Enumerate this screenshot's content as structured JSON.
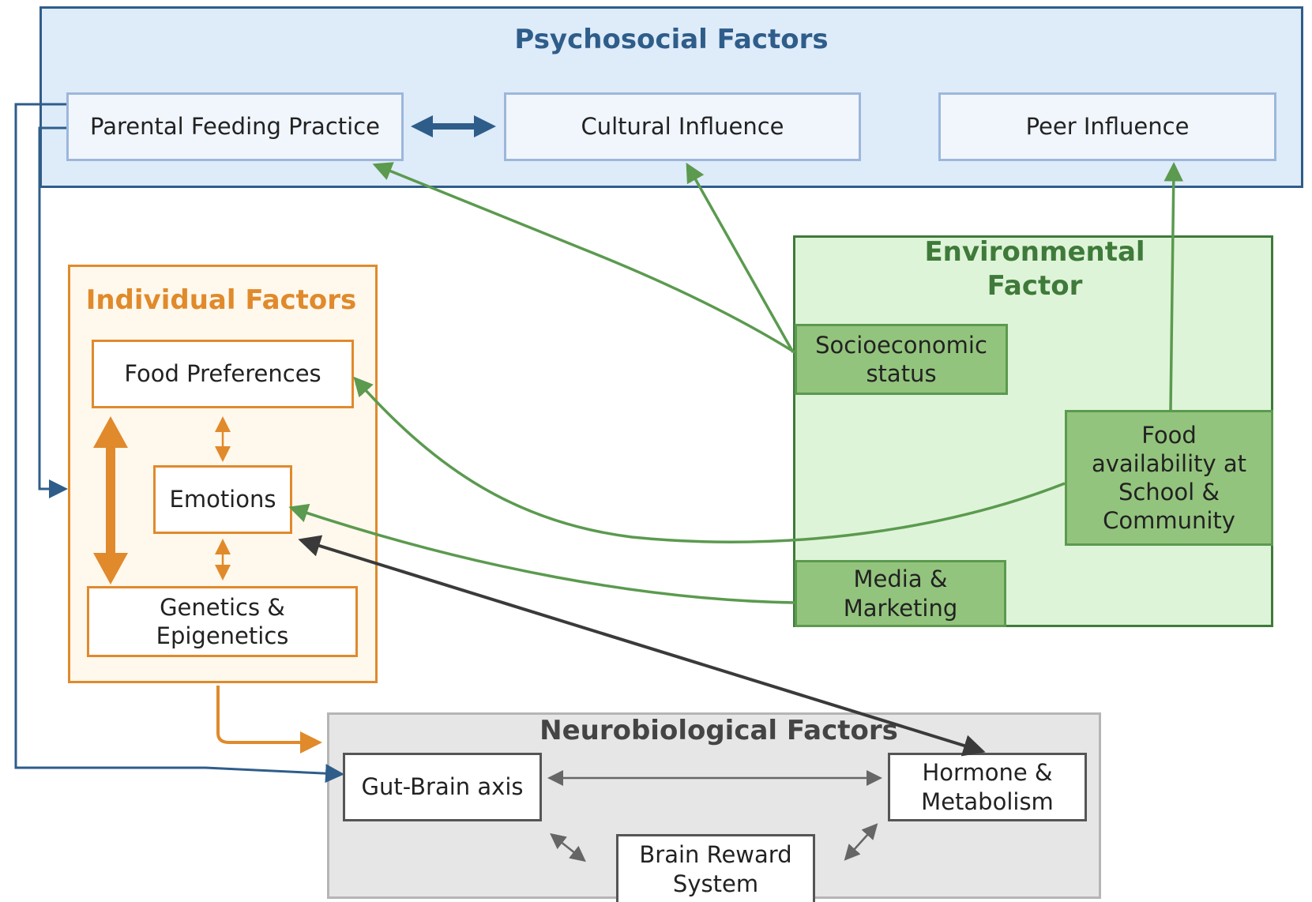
{
  "psychosocial": {
    "title": "Psychosocial  Factors",
    "parental_feeding": "Parental Feeding Practice",
    "cultural": "Cultural Influence",
    "peer": "Peer Influence"
  },
  "individual": {
    "title": "Individual Factors",
    "food_preferences": "Food Preferences",
    "emotions": "Emotions",
    "genetics_line1": "Genetics &",
    "genetics_line2": "Epigenetics"
  },
  "environmental": {
    "title_line1": "Environmental",
    "title_line2": "Factor",
    "socioeconomic_line1": "Socioeconomic",
    "socioeconomic_line2": "status",
    "food_avail_line1": "Food",
    "food_avail_line2": "availability at",
    "food_avail_line3": "School &",
    "food_avail_line4": "Community",
    "media_line1": "Media &",
    "media_line2": "Marketing"
  },
  "neurobiological": {
    "title": "Neurobiological Factors",
    "gut_brain": "Gut-Brain axis",
    "hormone_line1": "Hormone &",
    "hormone_line2": "Metabolism",
    "brain_reward_line1": "Brain Reward",
    "brain_reward_line2": "System"
  },
  "colors": {
    "psychosocial": "#2f5d8a",
    "individual": "#e08a2c",
    "environmental": "#3f7a3a",
    "neurobiological": "#555555",
    "green_arrow": "#5b9a4f",
    "dark_arrow": "#3a3a3a"
  }
}
